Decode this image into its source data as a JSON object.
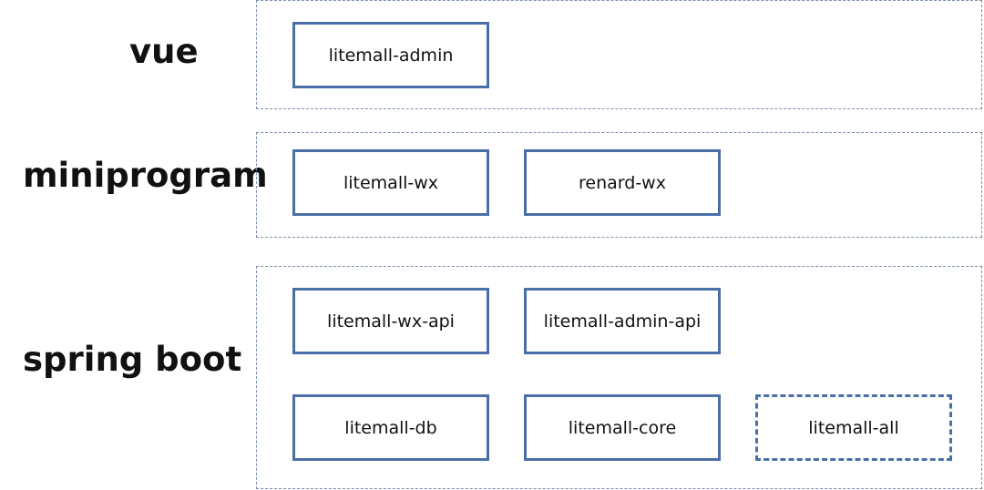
{
  "layers": {
    "vue": {
      "label": "vue",
      "modules": [
        "litemall-admin"
      ]
    },
    "miniprogram": {
      "label": "miniprogram",
      "modules": [
        "litemall-wx",
        "renard-wx"
      ]
    },
    "springboot": {
      "label": "spring boot",
      "modules": [
        "litemall-wx-api",
        "litemall-admin-api",
        "litemall-db",
        "litemall-core",
        "litemall-all"
      ]
    }
  },
  "colors": {
    "module_border": "#4a6fa8",
    "layer_border": "#7a8fae",
    "label_text": "#111111"
  }
}
